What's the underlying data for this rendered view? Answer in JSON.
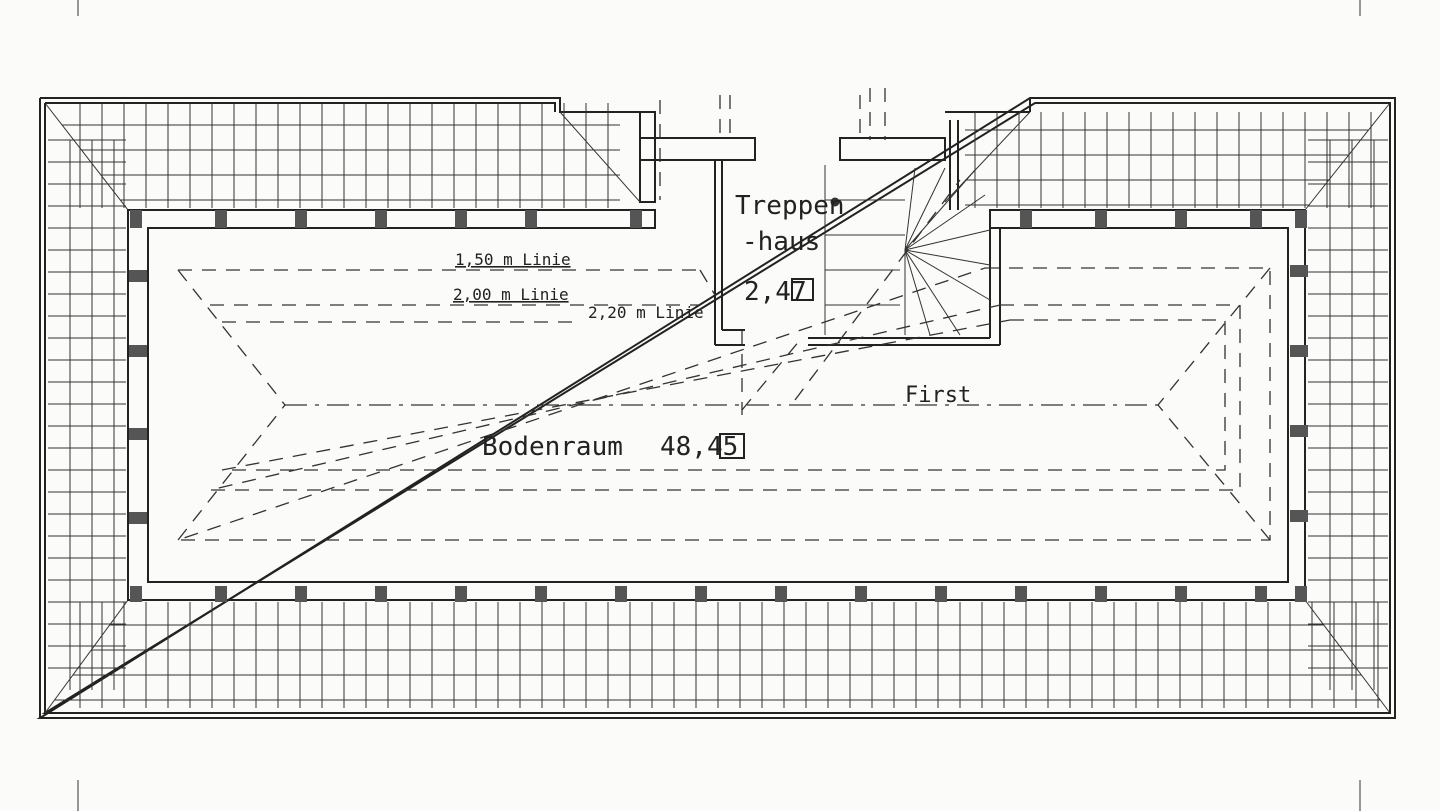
{
  "labels": {
    "stair_title_1": "Treppen",
    "stair_title_2": "-haus",
    "stair_area": "2,47",
    "line_150": "1,50 m Linie",
    "line_200": "2,00 m Linie",
    "line_220": "2,20 m Linie",
    "ridge": "First",
    "attic_name": "Bodenraum",
    "attic_area": "48,45"
  },
  "colors": {
    "ink": "#222222",
    "paper": "#fbfbf9"
  },
  "icons": {
    "area_unit": "square-meter-box-icon"
  }
}
